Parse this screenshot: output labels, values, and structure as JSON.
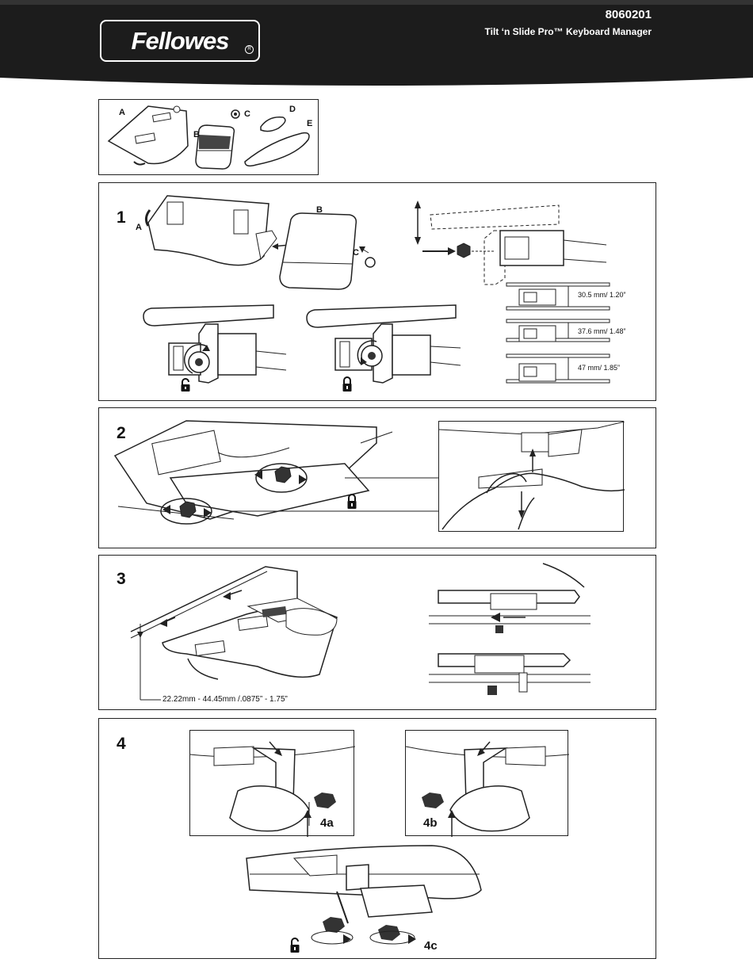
{
  "header": {
    "brand": "Fellowes",
    "registered": "R",
    "model_number": "8060201",
    "product_name": "Tilt ‘n Slide Pro™ Keyboard Manager"
  },
  "parts": {
    "labels": [
      "A",
      "B",
      "C",
      "D",
      "E"
    ]
  },
  "steps": {
    "step1": {
      "number": "1",
      "part_a": "A",
      "part_b": "B",
      "part_c": "C",
      "heights": [
        "30.5 mm/ 1.20”",
        "37.6 mm/ 1.48”",
        "47 mm/ 1.85”"
      ]
    },
    "step2": {
      "number": "2"
    },
    "step3": {
      "number": "3",
      "thickness_range": "22.22mm - 44.45mm /.0875” - 1.75”"
    },
    "step4": {
      "number": "4",
      "sub_a": "4a",
      "sub_b": "4b",
      "sub_c": "4c"
    }
  },
  "icons": [
    "lock-open-icon",
    "lock-closed-icon",
    "arrow-icon",
    "rotate-icon"
  ]
}
